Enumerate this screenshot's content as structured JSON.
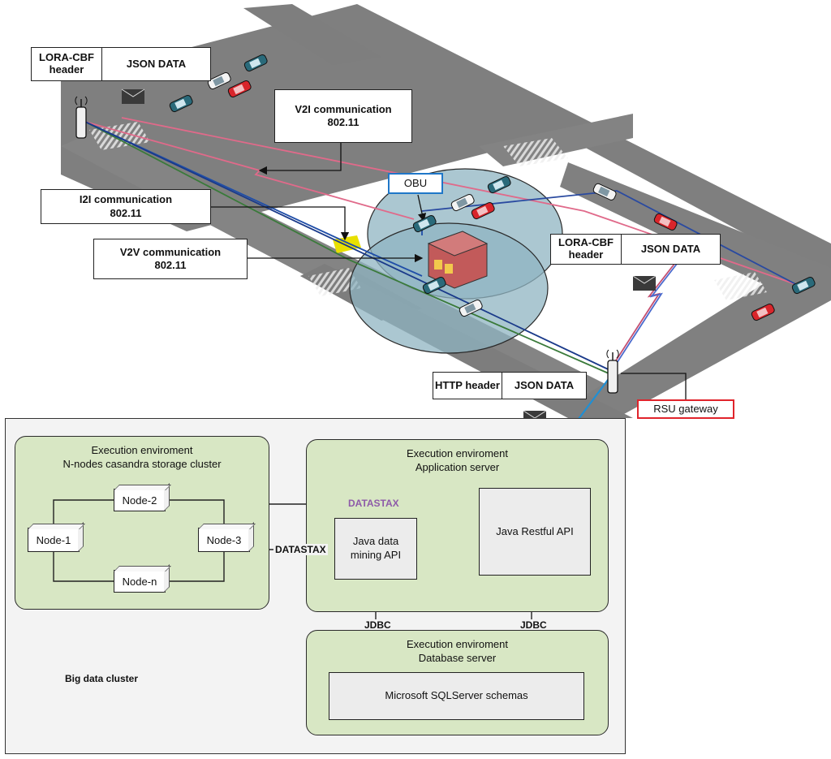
{
  "labels": {
    "lora_top": {
      "header": "LORA-CBF header",
      "data": "JSON DATA"
    },
    "lora_right": {
      "header": "LORA-CBF header",
      "data": "JSON DATA"
    },
    "http": {
      "header": "HTTP header",
      "data": "JSON DATA"
    },
    "v2i": {
      "title": "V2I communication",
      "standard": "802.11"
    },
    "i2i": {
      "title": "I2I communication",
      "standard": "802.11"
    },
    "v2v": {
      "title": "V2V communication",
      "standard": "802.11"
    },
    "obu": "OBU",
    "rsu_gateway": "RSU gateway"
  },
  "cluster": {
    "title": "Big data cluster",
    "cassandra": {
      "line1": "Execution enviroment",
      "line2": "N-nodes casandra storage cluster"
    },
    "nodes": [
      "Node-1",
      "Node-2",
      "Node-3",
      "Node-n"
    ],
    "app_server": {
      "line1": "Execution enviroment",
      "line2": "Application server"
    },
    "db_server": {
      "line1": "Execution enviroment",
      "line2": "Database server"
    },
    "java_mining": "Java data mining API",
    "java_restful": "Java Restful API",
    "sqlserver": "Microsoft SQLServer schemas",
    "datastax_top": "DATASTAX",
    "datastax_left": "DATASTAX",
    "jdbc_left": "JDBC",
    "jdbc_right": "JDBC"
  },
  "colors": {
    "road": "#808080",
    "coverage": "#8fb4c2",
    "env_fill": "#d8e7c4",
    "obu_border": "#1f77c8",
    "rsu_border": "#e0242b",
    "datastax": "#8e5ba9"
  }
}
